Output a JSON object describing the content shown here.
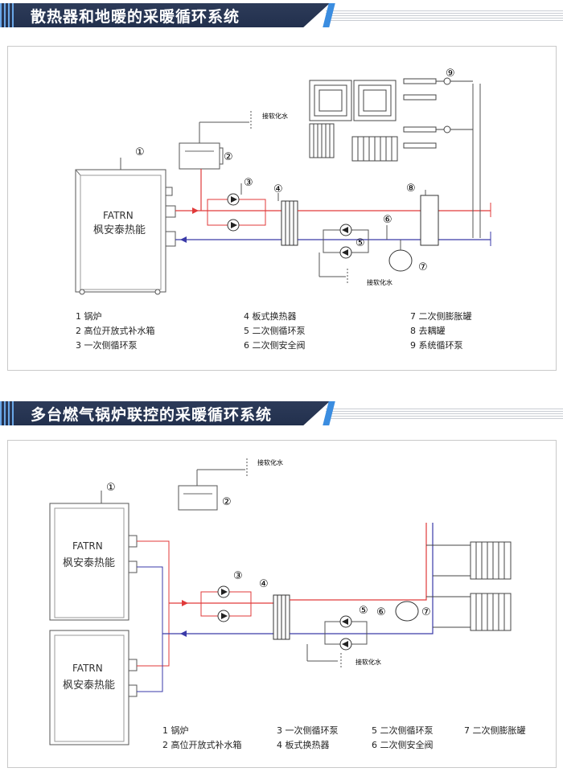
{
  "section1": {
    "title": "散热器和地暖的采暖循环系统",
    "brand_en": "FATRN",
    "brand_cn": "枫安泰热能",
    "labels": {
      "soft_water_top": "接软化水",
      "soft_water_bottom": "接软化水"
    },
    "markers": [
      "①",
      "②",
      "③",
      "④",
      "⑤",
      "⑥",
      "⑦",
      "⑧",
      "⑨"
    ],
    "legend": [
      "1 锅炉",
      "2 高位开放式补水箱",
      "3 一次侧循环泵",
      "4 板式换热器",
      "5 二次侧循环泵",
      "6 二次侧安全阀",
      "7 二次侧膨胀罐",
      "8 去耦罐",
      "9 系统循环泵"
    ]
  },
  "section2": {
    "title": "多台燃气锅炉联控的采暖循环系统",
    "brand_en": "FATRN",
    "brand_cn": "枫安泰热能",
    "labels": {
      "soft_water_top": "接软化水",
      "soft_water_bottom": "接软化水"
    },
    "markers": [
      "①",
      "②",
      "③",
      "④",
      "⑤",
      "⑥",
      "⑦"
    ],
    "legend": [
      "1 锅炉",
      "2 高位开放式补水箱",
      "3 一次侧循环泵",
      "4 板式换热器",
      "5 二次侧循环泵",
      "6 二次侧安全阀",
      "7 二次侧膨胀罐"
    ]
  },
  "colors": {
    "header_bg": "#2f3f5e",
    "accent_blue": "#3b8de0",
    "hot_pipe": "#e03a3a",
    "cold_pipe": "#3a3aa8"
  }
}
